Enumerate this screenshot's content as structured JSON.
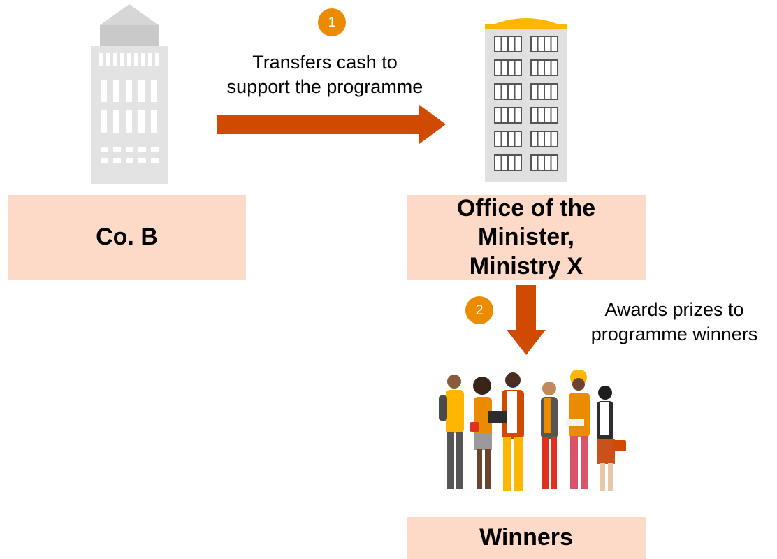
{
  "colors": {
    "box_fill": "#fdd9c8",
    "arrow": "#d04a02",
    "badge": "#eb8c00",
    "building_grey": "#dedede",
    "roof_yellow": "#ffb600"
  },
  "entities": {
    "company": {
      "label": "Co. B",
      "icon": "office-building-icon"
    },
    "ministry": {
      "label_lines": [
        "Office of the",
        "Minister,",
        "Ministry X"
      ],
      "icon": "government-building-icon"
    },
    "winners": {
      "label": "Winners",
      "icon": "group-of-people-icon"
    }
  },
  "steps": [
    {
      "number": "1",
      "caption_lines": [
        "Transfers cash to",
        "support the programme"
      ],
      "direction": "right"
    },
    {
      "number": "2",
      "caption_lines": [
        "Awards prizes to",
        "programme winners"
      ],
      "direction": "down"
    }
  ]
}
